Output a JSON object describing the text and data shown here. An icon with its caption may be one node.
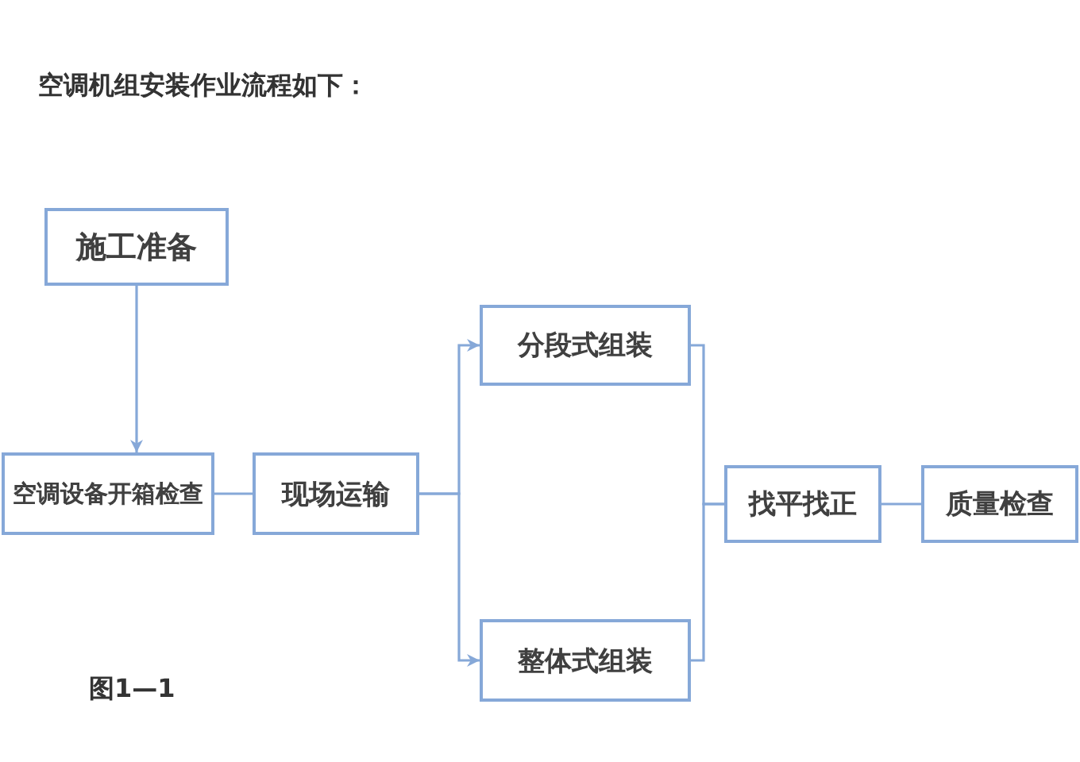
{
  "diagram": {
    "title": "空调机组安装作业流程如下：",
    "nodes": [
      {
        "text": [
          "施工准备"
        ]
      },
      {
        "text": [
          "空调设备开箱检查"
        ]
      },
      {
        "text": [
          "现场运输"
        ]
      },
      {
        "text": [
          "分段式组装"
        ]
      },
      {
        "text": [
          "整体式组装"
        ]
      },
      {
        "text": [
          "找平找正"
        ]
      },
      {
        "text": [
          "质量检查"
        ]
      }
    ],
    "edges": [
      {
        "from": 0,
        "to": 1,
        "arrow": "to"
      },
      {
        "from": 1,
        "to": 2,
        "arrow": "none"
      },
      {
        "from": 2,
        "to": 3,
        "arrow": "to"
      },
      {
        "from": 2,
        "to": 4,
        "arrow": "to"
      },
      {
        "from": 3,
        "to": 5,
        "arrow": "none"
      },
      {
        "from": 4,
        "to": 5,
        "arrow": "none"
      },
      {
        "from": 5,
        "to": 6,
        "arrow": "none"
      }
    ],
    "labels": [
      "图1—1"
    ]
  }
}
